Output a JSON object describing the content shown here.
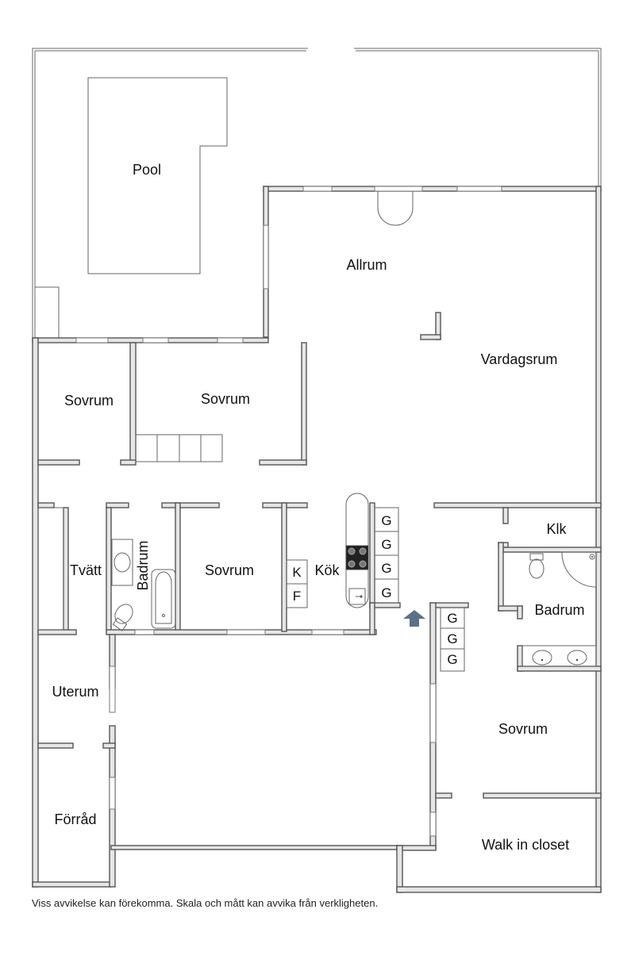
{
  "rooms": {
    "pool": "Pool",
    "allrum": "Allrum",
    "vardagsrum": "Vardagsrum",
    "sovrum_1": "Sovrum",
    "sovrum_2": "Sovrum",
    "sovrum_3": "Sovrum",
    "sovrum_4": "Sovrum",
    "tvatt": "Tvätt",
    "badrum_1": "Badrum",
    "badrum_2": "Badrum",
    "kok": "Kök",
    "klk": "Klk",
    "uterum": "Uterum",
    "forrad": "Förråd",
    "walk_in_closet": "Walk in closet"
  },
  "appliances": {
    "wardrobe": "G",
    "fridge": "K",
    "freezer": "F"
  },
  "entrance_arrow_color": "#5a7186",
  "disclaimer": "Viss avvikelse kan förekomma. Skala och mått kan avvika från verkligheten."
}
